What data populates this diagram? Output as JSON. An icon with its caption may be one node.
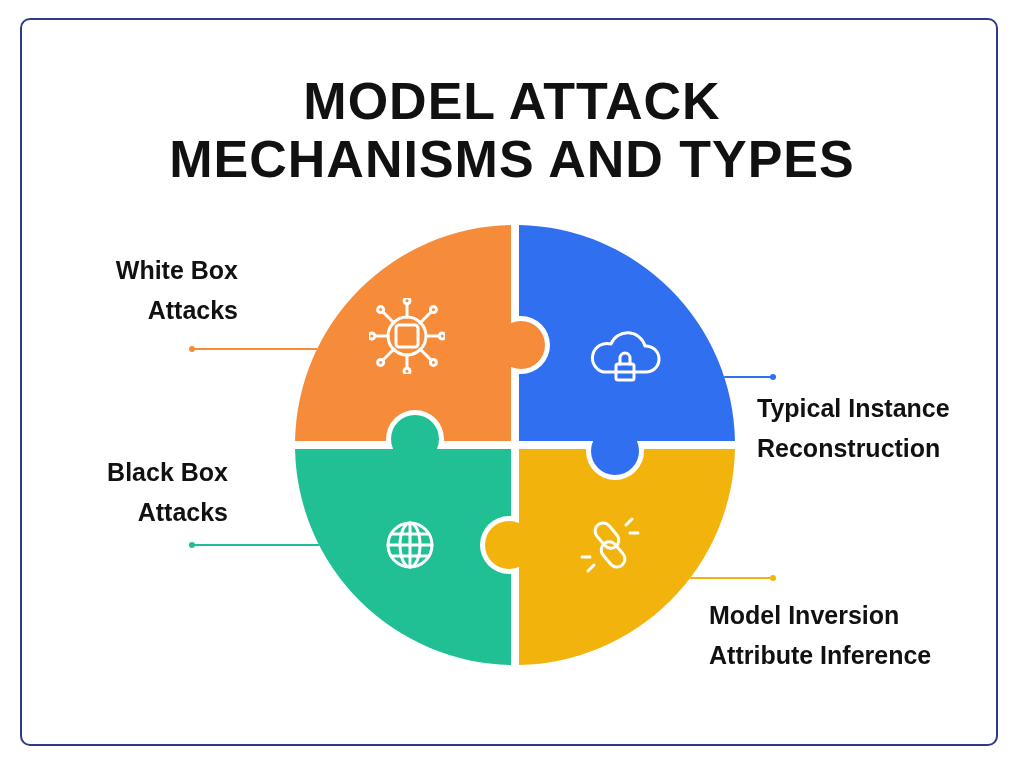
{
  "diagram": {
    "title": "MODEL ATTACK MECHANISMS AND TYPES",
    "nodes": [
      {
        "text": [
          "White Box Attacks"
        ]
      },
      {
        "text": [],
        "shape": "quadrant"
      },
      {
        "text": [],
        "shape": "quadrant"
      },
      {
        "text": [
          "Typical Instance Reconstruction"
        ]
      },
      {
        "text": [
          "Black Box Attacks"
        ]
      },
      {
        "text": [],
        "shape": "quadrant"
      },
      {
        "text": [],
        "shape": "quadrant"
      },
      {
        "text": [
          "Model Inversion Attribute Inference"
        ]
      }
    ],
    "edges": [
      {
        "from": 0,
        "to": 1,
        "arrow": "other",
        "color": "#f68b3a"
      },
      {
        "from": 3,
        "to": 2,
        "arrow": "other",
        "color": "#2f6ff0"
      },
      {
        "from": 4,
        "to": 5,
        "arrow": "other",
        "color": "#20bf94"
      },
      {
        "from": 7,
        "to": 6,
        "arrow": "other",
        "color": "#f2b40c"
      }
    ]
  }
}
